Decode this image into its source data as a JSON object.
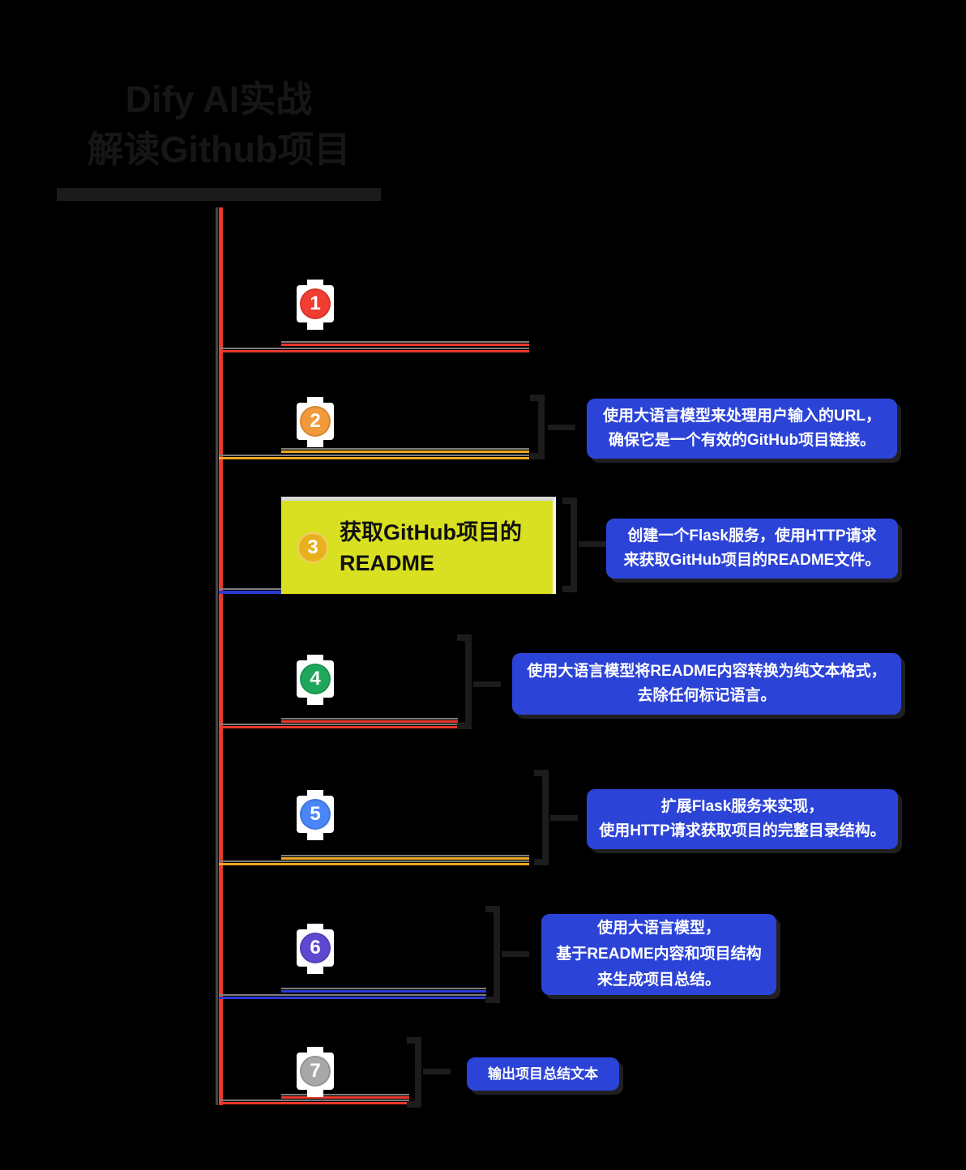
{
  "title": {
    "line1": "Dify AI实战",
    "line2": "解读Github项目"
  },
  "colors": {
    "background": "#000000",
    "trunk_red": "#e8392b",
    "gold_line": "#eda81f",
    "blue_line": "#2b3bd6",
    "note_bg": "#2c43d7",
    "note_text": "#ffffff",
    "highlight_bg": "#d9e021",
    "shadow_gray": "#7d7d7d"
  },
  "steps": [
    {
      "number": "1",
      "icon": "circled-1",
      "icon_color": "#f23d33",
      "line_color": "#e8392b",
      "label": ""
    },
    {
      "number": "2",
      "icon": "circled-2",
      "icon_color": "#f2993b",
      "line_color": "#eda81f",
      "label": "",
      "note": "使用大语言模型来处理用户输入的URL，\n确保它是一个有效的GitHub项目链接。"
    },
    {
      "number": "3",
      "icon": "circled-3",
      "icon_color": "#e9b01e",
      "line_color": "#2b3bd6",
      "label": "获取GitHub项目的\nREADME",
      "highlight_color": "#d9e021",
      "note": "创建一个Flask服务，使用HTTP请求\n来获取GitHub项目的README文件。"
    },
    {
      "number": "4",
      "icon": "circled-4",
      "icon_color": "#1fa85c",
      "line_color": "#e8392b",
      "label": "",
      "note": "使用大语言模型将README内容转换为纯文本格式，\n去除任何标记语言。"
    },
    {
      "number": "5",
      "icon": "circled-5",
      "icon_color": "#4a86f7",
      "line_color": "#eda81f",
      "label": "",
      "note": "扩展Flask服务来实现，\n使用HTTP请求获取项目的完整目录结构。"
    },
    {
      "number": "6",
      "icon": "circled-6",
      "icon_color": "#5d49cf",
      "line_color": "#2b3bd6",
      "label": "",
      "note": "使用大语言模型，\n基于README内容和项目结构\n来生成项目总结。"
    },
    {
      "number": "7",
      "icon": "circled-7",
      "icon_color": "#a8a8a8",
      "line_color": "#e8392b",
      "label": "",
      "note": "输出项目总结文本"
    }
  ]
}
